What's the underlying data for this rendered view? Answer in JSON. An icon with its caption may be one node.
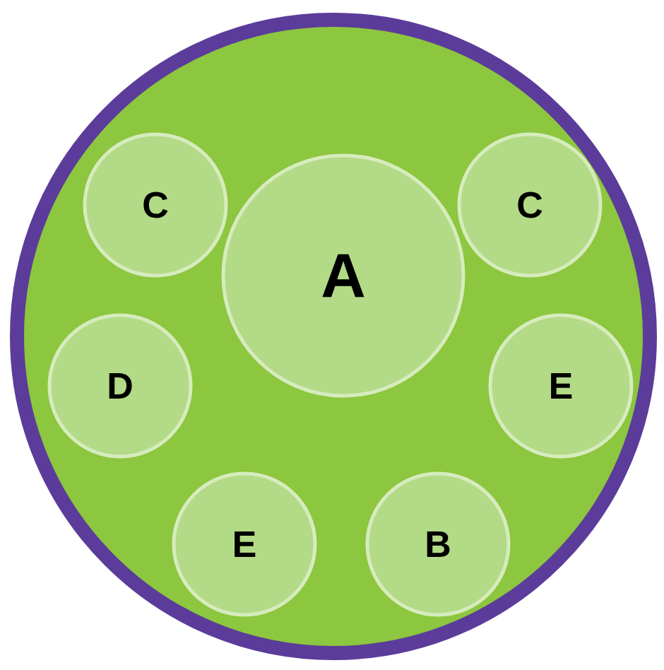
{
  "diagram": {
    "nodes": [
      {
        "text": [],
        "shape": "circle"
      },
      {
        "text": [
          "C"
        ],
        "in": 0
      },
      {
        "text": [
          "A"
        ],
        "in": 0
      },
      {
        "text": [
          "C"
        ],
        "in": 0
      },
      {
        "text": [
          "D"
        ],
        "in": 0
      },
      {
        "text": [
          "E"
        ],
        "in": 0
      },
      {
        "text": [
          "E"
        ],
        "in": 0
      },
      {
        "text": [
          "B"
        ],
        "in": 0
      }
    ]
  }
}
